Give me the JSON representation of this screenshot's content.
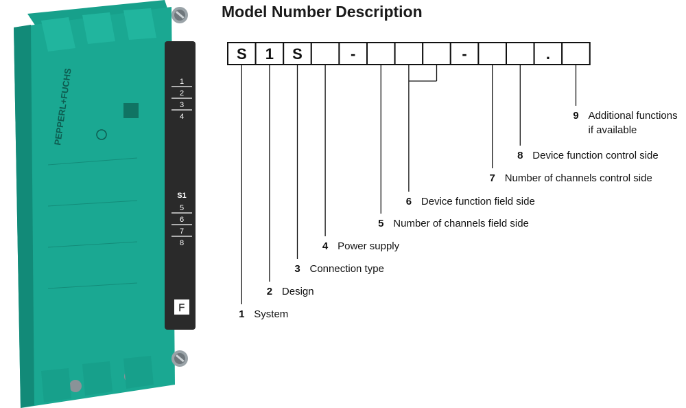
{
  "title": "Model Number Description",
  "code_cells": [
    "S",
    "1",
    "S",
    "",
    "-",
    "",
    "",
    "",
    "-",
    "",
    "",
    ".",
    ""
  ],
  "fields": [
    {
      "number": "1",
      "label": "System"
    },
    {
      "number": "2",
      "label": "Design"
    },
    {
      "number": "3",
      "label": "Connection type"
    },
    {
      "number": "4",
      "label": "Power supply"
    },
    {
      "number": "5",
      "label": "Number of channels field side"
    },
    {
      "number": "6",
      "label": "Device function field side"
    },
    {
      "number": "7",
      "label": "Number of channels control side"
    },
    {
      "number": "8",
      "label": "Device function control side"
    },
    {
      "number": "9",
      "label": "Additional functions",
      "label2": "if available"
    }
  ],
  "device": {
    "brand": "PEPPERL+FUCHS",
    "terminal_top": [
      "1",
      "2",
      "3",
      "4"
    ],
    "terminal_bottom": [
      "5",
      "6",
      "7",
      "8"
    ],
    "section_label": "S1",
    "logo_glyph": "ᖴ",
    "colors": {
      "body": "#1aa892",
      "body_dark": "#128a78",
      "strip": "#2a2a2a"
    }
  }
}
